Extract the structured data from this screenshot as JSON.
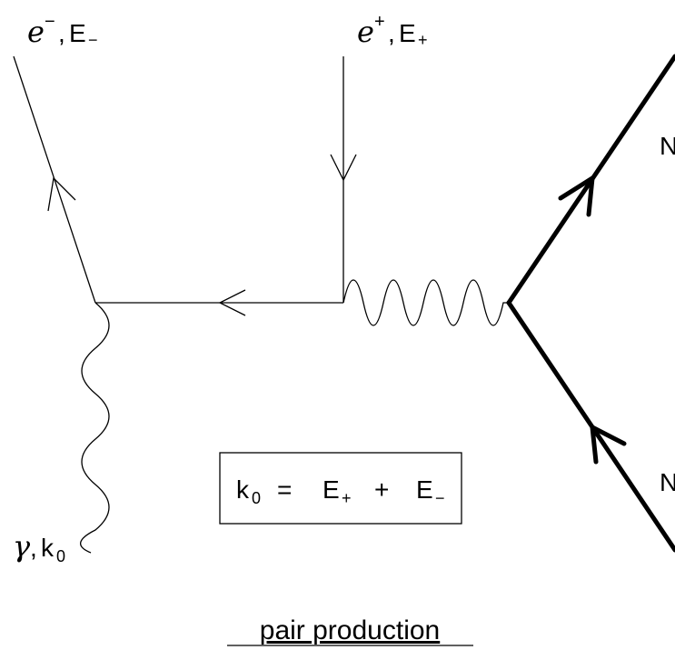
{
  "labels": {
    "electron_symbol": "e",
    "electron_charge": "−",
    "electron_energy": "E",
    "electron_energy_sub": "−",
    "positron_symbol": "e",
    "positron_charge": "+",
    "positron_energy": "E",
    "positron_energy_sub": "+",
    "photon_symbol": "γ",
    "photon_momentum": "k",
    "photon_momentum_sub": "0",
    "comma": ",",
    "nucleus_top": "N",
    "nucleus_bottom": "N"
  },
  "equation": {
    "lhs": "k",
    "lhs_sub": "0",
    "equals": "=",
    "term1": "E",
    "term1_sub": "+",
    "plus": "+",
    "term2": "E",
    "term2_sub": "−"
  },
  "caption": "pair production",
  "colors": {
    "ink": "#000000",
    "background": "#ffffff"
  }
}
